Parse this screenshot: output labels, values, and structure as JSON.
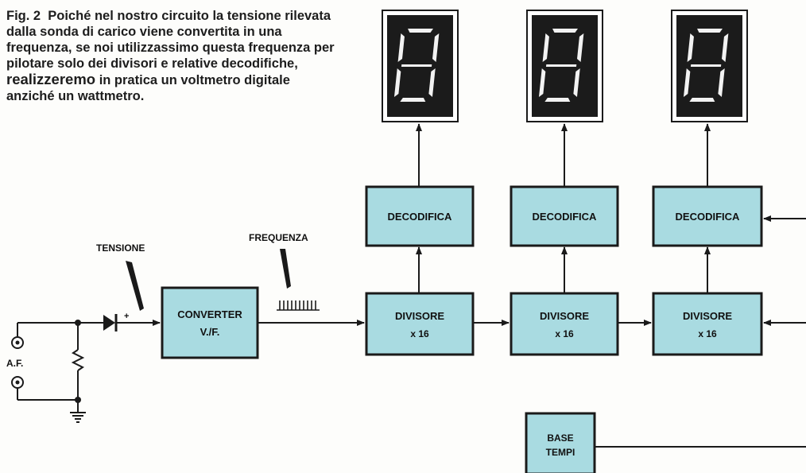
{
  "caption": {
    "fig": "Fig. 2",
    "text_before": "Poiché nel nostro circuito la tensione rilevata dalla sonda di carico viene convertita in una frequenza, se noi utilizzassimo questa frequenza per pilotare solo dei divisori e relative decodifiche,",
    "emphasis": "realizzeremo",
    "text_after": "in pratica un voltmetro digitale anziché un wattmetro."
  },
  "labels": {
    "tensione": "TENSIONE",
    "frequenza": "FREQUENZA",
    "af": "A.F."
  },
  "converter": {
    "line1": "CONVERTER",
    "line2": "V./F."
  },
  "stages": [
    {
      "decoder": "DECODIFICA",
      "divider": "DIVISORE",
      "ratio": "x 16"
    },
    {
      "decoder": "DECODIFICA",
      "divider": "DIVISORE",
      "ratio": "x 16"
    },
    {
      "decoder": "DECODIFICA",
      "divider": "DIVISORE",
      "ratio": "x 16"
    }
  ],
  "base_tempi": {
    "line1": "BASE",
    "line2": "TEMPI"
  },
  "diode_polarity": "+",
  "colors": {
    "block_fill": "#a9dbe1",
    "line": "#1a1a1a",
    "display_bg": "#1b1b1b",
    "segment": "#f2f2f2"
  }
}
